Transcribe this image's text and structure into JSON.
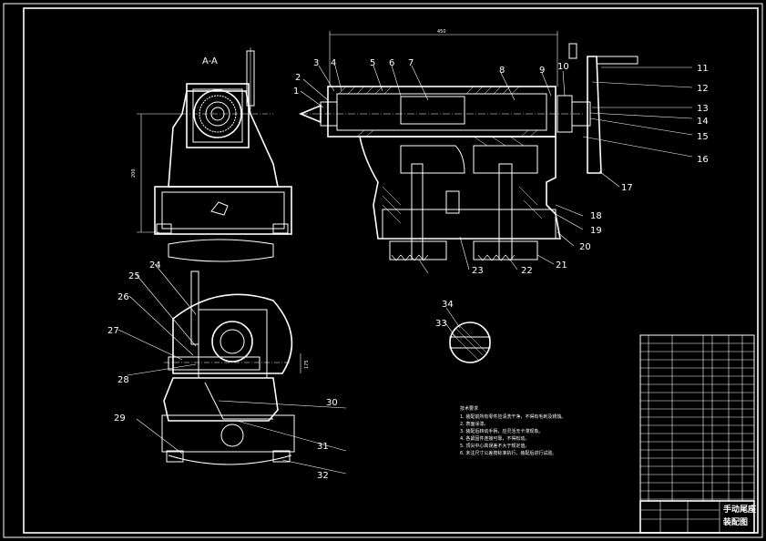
{
  "section_label": "A-A",
  "dimension_top": "450",
  "dimension_left": "200",
  "dimension_right": "175",
  "balloons": [
    "1",
    "2",
    "3",
    "4",
    "5",
    "6",
    "7",
    "8",
    "9",
    "10",
    "11",
    "12",
    "13",
    "14",
    "15",
    "16",
    "17",
    "18",
    "19",
    "20",
    "21",
    "22",
    "23",
    "24",
    "25",
    "26",
    "27",
    "28",
    "29",
    "30",
    "31",
    "32",
    "33",
    "34"
  ],
  "notes_heading": "技术要求",
  "notes": [
    "1. 装配前所有零件应清洗干净，不得有毛刺及锈蚀。",
    "2. 表面涂漆。",
    "3. 装配后转动手柄，应灵活无卡滞现象。",
    "4. 各紧固件连接可靠，不得松动。",
    "5. 顶尖中心高误差不大于规定值。",
    "6. 未注尺寸公差按标准执行，装配后进行试验。"
  ],
  "title_block": {
    "title_line1": "手动尾座",
    "title_line2": "装配图"
  }
}
